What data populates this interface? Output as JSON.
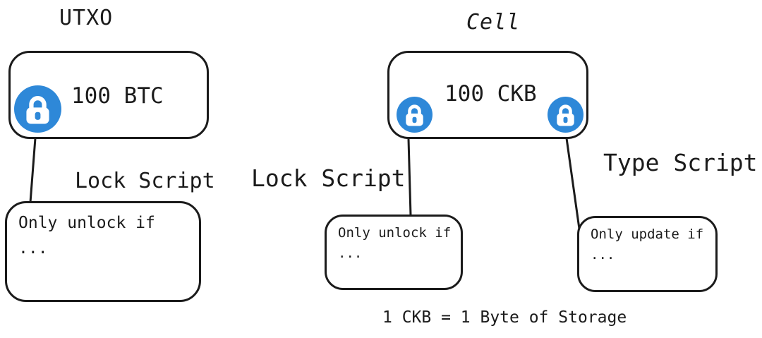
{
  "colors": {
    "stroke": "#1b1b1b",
    "lock_blue": "#2e88d8",
    "lock_glyph": "#ffffff",
    "background": "#ffffff"
  },
  "utxo": {
    "title": "UTXO",
    "cell": {
      "amount": "100 BTC"
    },
    "lock_script": {
      "label": "Lock Script",
      "line1": "Only unlock if",
      "line2": "..."
    }
  },
  "ckb": {
    "title": "Cell",
    "cell": {
      "amount": "100 CKB"
    },
    "lock_script": {
      "label": "Lock Script",
      "line1": "Only unlock if",
      "line2": "..."
    },
    "type_script": {
      "label": "Type Script",
      "line1": "Only update if",
      "line2": "..."
    }
  },
  "caption": "1 CKB = 1 Byte of Storage"
}
